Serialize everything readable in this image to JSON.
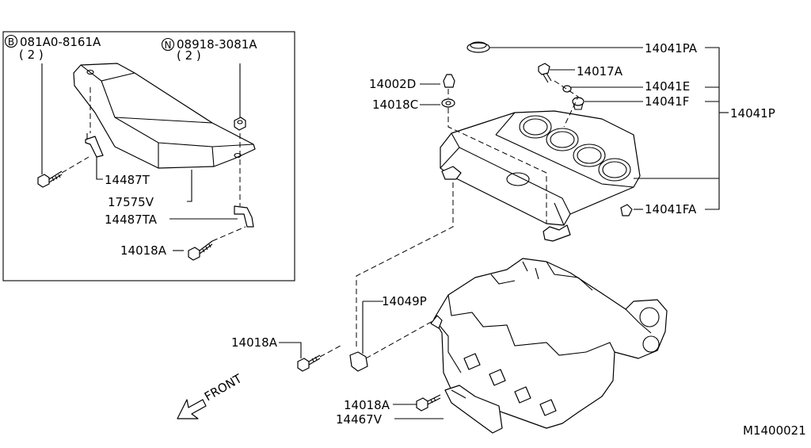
{
  "inset": {
    "bolt_b_code": "081A0-8161A",
    "bolt_b_symbol": "B",
    "bolt_b_qty": "( 2 )",
    "nut_n_code": "08918-3081A",
    "nut_n_symbol": "N",
    "nut_n_qty": "( 2 )",
    "labels": {
      "bracket_t": "14487T",
      "insulator": "17575V",
      "bracket_ta": "14487TA",
      "bolt": "14018A"
    }
  },
  "cover_labels": {
    "p_a": "14041PA",
    "bolt_17a": "14017A",
    "e": "14041E",
    "f": "14041F",
    "p": "14041P",
    "fa": "14041FA",
    "grommet_02d": "14002D",
    "washer_18c": "14018C"
  },
  "engine_labels": {
    "bracket_49p": "14049P",
    "bolt_upper": "14018A",
    "bolt_lower": "14018A",
    "bracket_67v": "14467V"
  },
  "front_label": "FRONT",
  "diagram_code": "M1400021"
}
